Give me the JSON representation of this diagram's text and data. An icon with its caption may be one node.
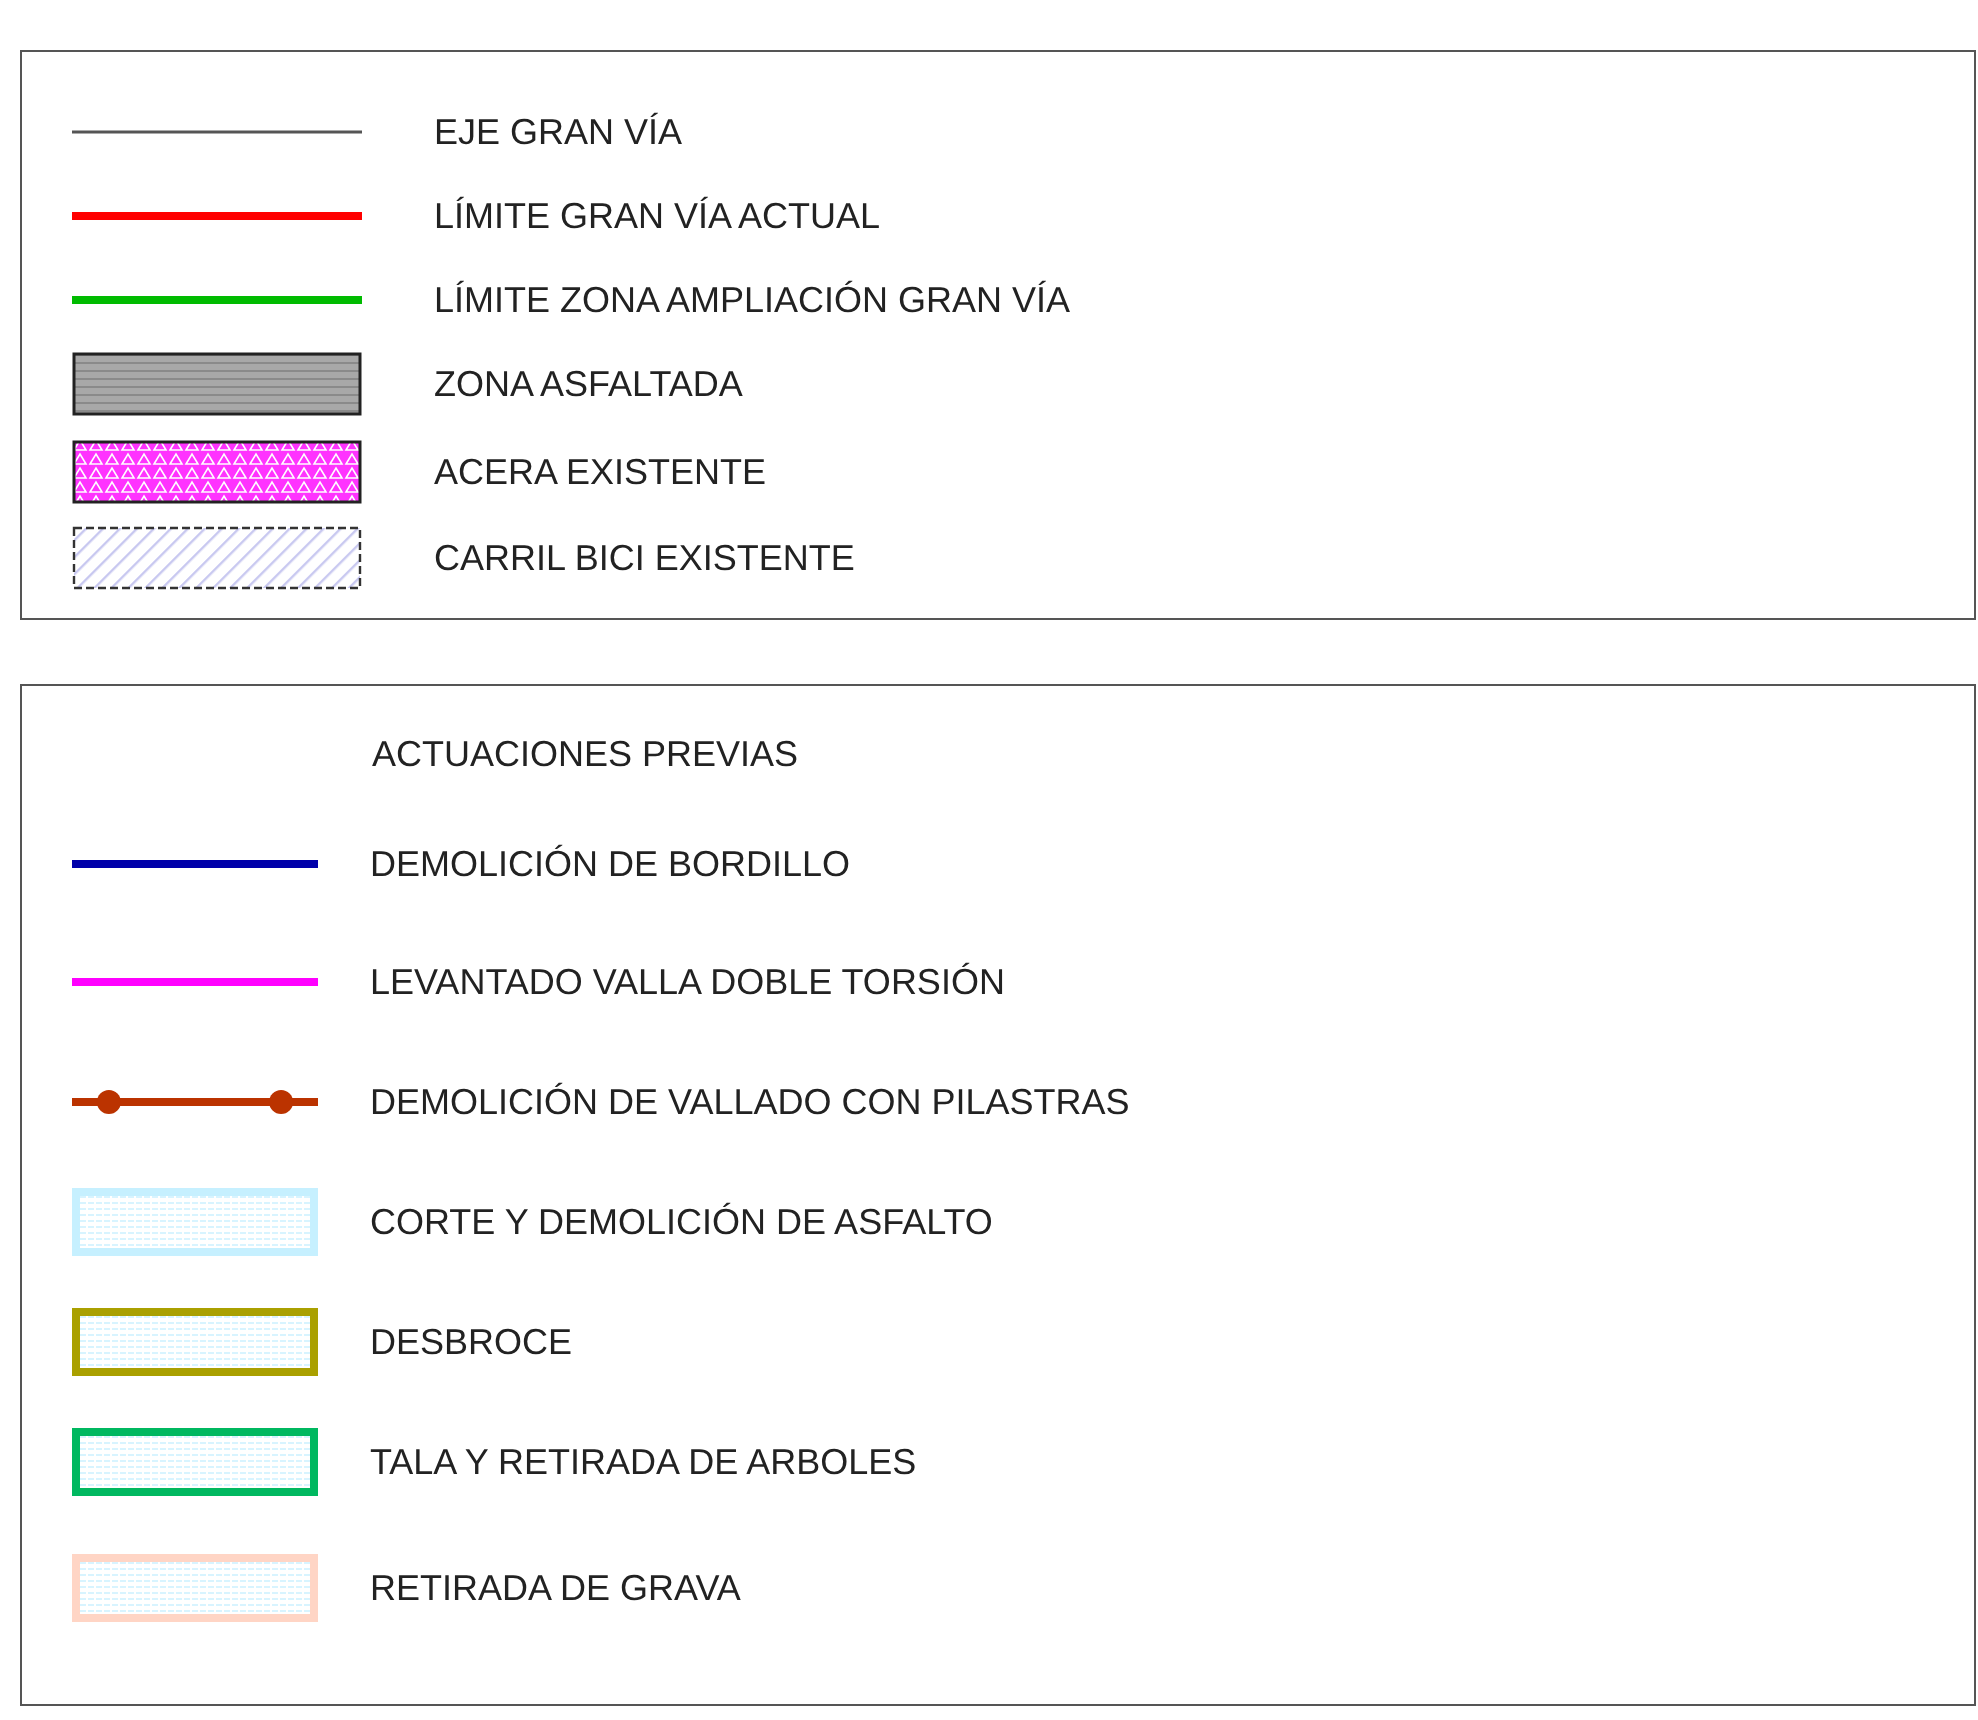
{
  "diagram": {
    "labels": [
      "ACTUACIONES PREVIAS"
    ],
    "legend": [
      {
        "text": "EJE GRAN VÍA"
      },
      {
        "text": "LÍMITE GRAN VÍA ACTUAL"
      },
      {
        "text": "LÍMITE ZONA AMPLIACIÓN GRAN VÍA"
      },
      {
        "text": "ZONA ASFALTADA"
      },
      {
        "text": "ACERA EXISTENTE"
      },
      {
        "text": "CARRIL BICI EXISTENTE"
      },
      {
        "text": "DEMOLICIÓN DE BORDILLO"
      },
      {
        "text": "LEVANTADO VALLA DOBLE TORSIÓN"
      },
      {
        "text": "DEMOLICIÓN DE VALLADO CON PILASTRAS"
      },
      {
        "text": "CORTE Y DEMOLICIÓN DE ASFALTO"
      },
      {
        "text": "DESBROCE"
      },
      {
        "text": "TALA Y RETIRADA DE ARBOLES"
      },
      {
        "text": "RETIRADA DE GRAVA"
      }
    ]
  }
}
